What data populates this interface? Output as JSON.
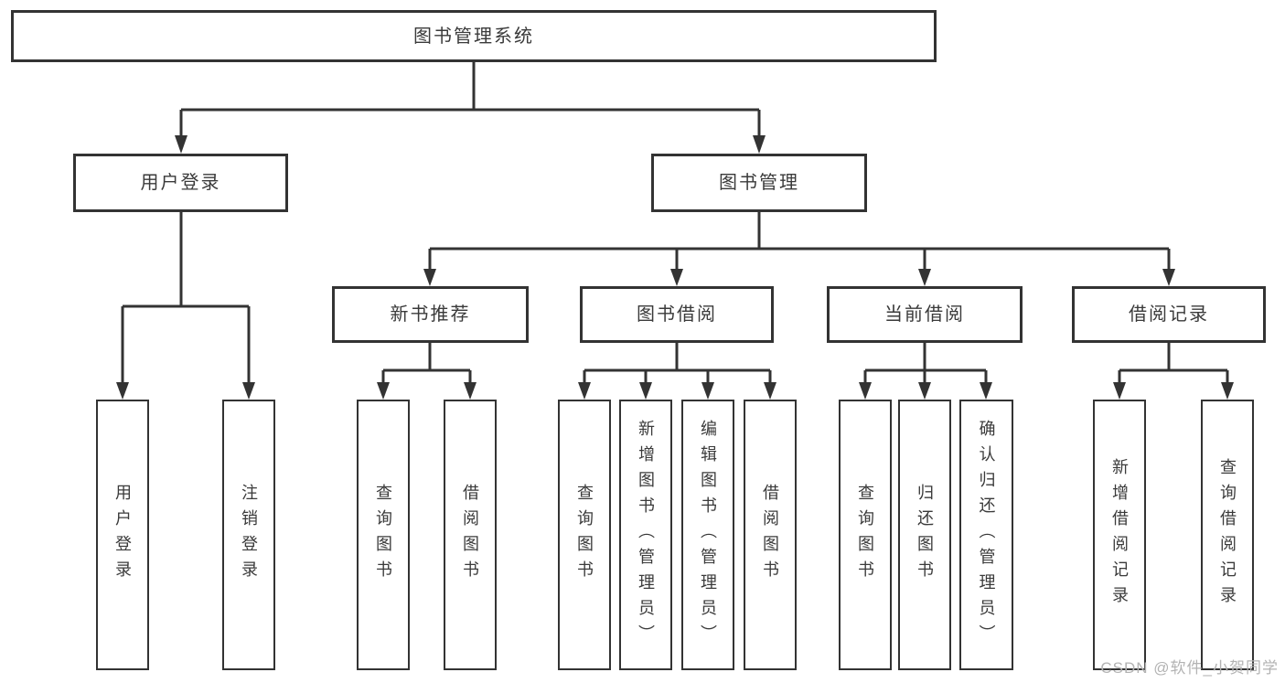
{
  "diagram": {
    "root": {
      "label": "图书管理系统"
    },
    "branches": [
      {
        "label": "用户登录",
        "children": [
          "用户登录",
          "注销登录"
        ]
      },
      {
        "label": "图书管理",
        "groups": [
          {
            "label": "新书推荐",
            "children": [
              "查询图书",
              "借阅图书"
            ]
          },
          {
            "label": "图书借阅",
            "children": [
              "查询图书",
              "新增图书（管理员）",
              "编辑图书（管理员）",
              "借阅图书"
            ]
          },
          {
            "label": "当前借阅",
            "children": [
              "查询图书",
              "归还图书",
              "确认归还（管理员）"
            ]
          },
          {
            "label": "借阅记录",
            "children": [
              "新增借阅记录",
              "查询借阅记录"
            ]
          }
        ]
      }
    ]
  },
  "watermark": "CSDN @软件_小贺同学",
  "colors": {
    "line": "#333333",
    "box_border": "#333333",
    "text": "#3a3a3a",
    "background": "#ffffff",
    "watermark": "#b3b3b3"
  }
}
